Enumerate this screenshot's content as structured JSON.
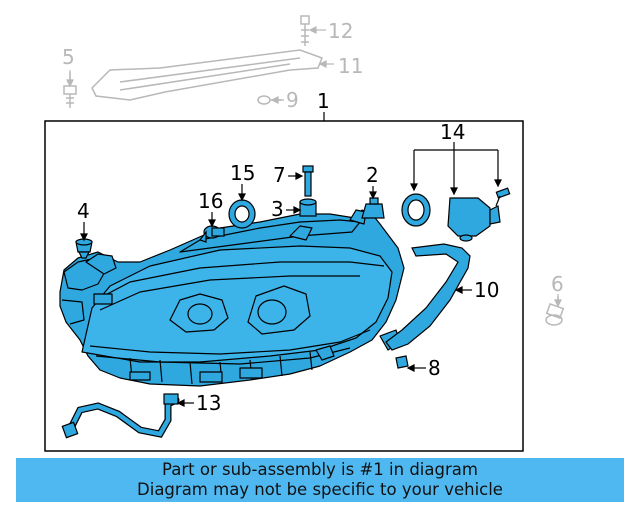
{
  "callouts": {
    "c1": "1",
    "c2": "2",
    "c3": "3",
    "c4": "4",
    "c5": "5",
    "c6": "6",
    "c7": "7",
    "c8": "8",
    "c9": "9",
    "c10": "10",
    "c11": "11",
    "c12": "12",
    "c13": "13",
    "c14": "14",
    "c15": "15",
    "c16": "16"
  },
  "banner": {
    "line1": "Part or sub-assembly is #1 in diagram",
    "line2": "Diagram may not be specific to your vehicle"
  },
  "colors": {
    "highlight": "#2fa8e0",
    "banner": "#4fb8f0",
    "outline": "#000000",
    "ghost": "#b8b8b8"
  }
}
